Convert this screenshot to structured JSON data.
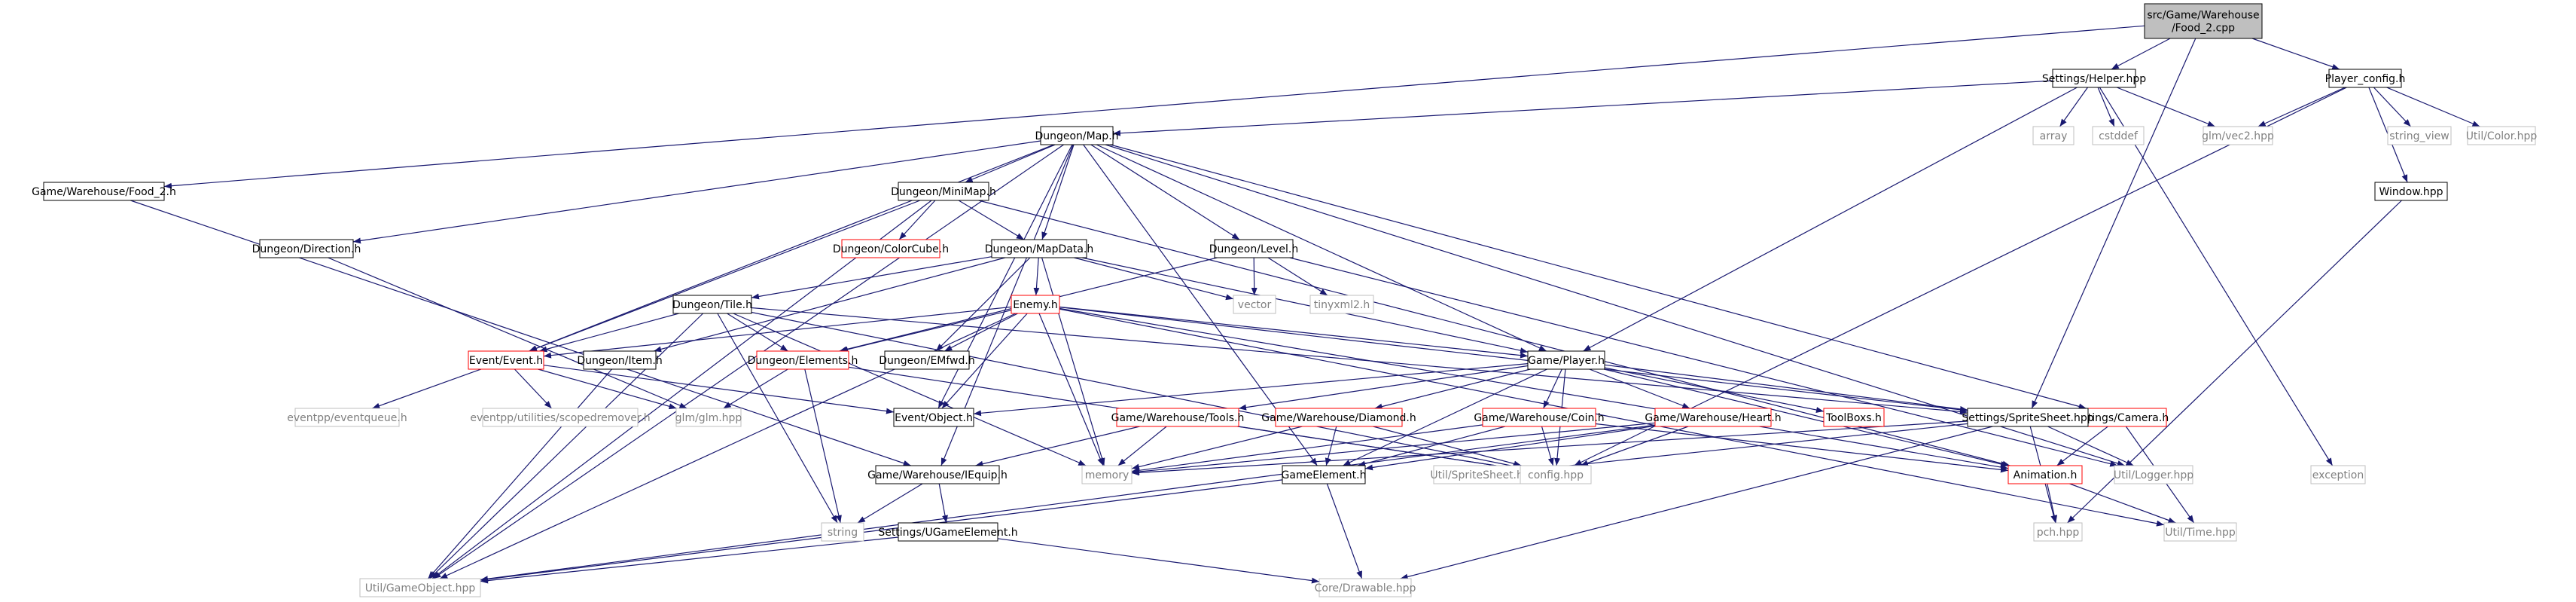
{
  "colors": {
    "edge": "#191970",
    "border_normal": "#000000",
    "border_external": "#bfbfbf",
    "border_incomplete": "#ff0000",
    "fill_root": "#bfbfbf",
    "fill_node": "#ffffff",
    "text_normal": "#000000",
    "text_external": "#808080"
  },
  "nodes": [
    {
      "id": "root",
      "label": "src/Game/Warehouse\n/Food_2.cpp",
      "kind": "root"
    },
    {
      "id": "helper",
      "label": "Settings/Helper.hpp",
      "kind": "normal"
    },
    {
      "id": "playerconfig",
      "label": "Player_config.h",
      "kind": "normal"
    },
    {
      "id": "map",
      "label": "Dungeon/Map.h",
      "kind": "normal"
    },
    {
      "id": "array",
      "label": "array",
      "kind": "external"
    },
    {
      "id": "cstddef",
      "label": "cstddef",
      "kind": "external"
    },
    {
      "id": "vec2",
      "label": "glm/vec2.hpp",
      "kind": "external"
    },
    {
      "id": "stringview",
      "label": "string_view",
      "kind": "external"
    },
    {
      "id": "color",
      "label": "Util/Color.hpp",
      "kind": "external"
    },
    {
      "id": "food2h",
      "label": "Game/Warehouse/Food_2.h",
      "kind": "normal"
    },
    {
      "id": "minimap",
      "label": "Dungeon/MiniMap.h",
      "kind": "normal"
    },
    {
      "id": "window",
      "label": "Window.hpp",
      "kind": "normal"
    },
    {
      "id": "direction",
      "label": "Dungeon/Direction.h",
      "kind": "normal"
    },
    {
      "id": "colorcube",
      "label": "Dungeon/ColorCube.h",
      "kind": "incomplete"
    },
    {
      "id": "mapdata",
      "label": "Dungeon/MapData.h",
      "kind": "normal"
    },
    {
      "id": "level",
      "label": "Dungeon/Level.h",
      "kind": "normal"
    },
    {
      "id": "tile",
      "label": "Dungeon/Tile.h",
      "kind": "normal"
    },
    {
      "id": "enemy",
      "label": "Enemy.h",
      "kind": "incomplete"
    },
    {
      "id": "vector",
      "label": "vector",
      "kind": "external"
    },
    {
      "id": "tinyxml",
      "label": "tinyxml2.h",
      "kind": "external"
    },
    {
      "id": "event",
      "label": "Event/Event.h",
      "kind": "incomplete"
    },
    {
      "id": "item",
      "label": "Dungeon/Item.h",
      "kind": "normal"
    },
    {
      "id": "elements",
      "label": "Dungeon/Elements.h",
      "kind": "incomplete"
    },
    {
      "id": "emfwd",
      "label": "Dungeon/EMfwd.h",
      "kind": "normal"
    },
    {
      "id": "player",
      "label": "Game/Player.h",
      "kind": "normal"
    },
    {
      "id": "camera",
      "label": "Settings/Camera.h",
      "kind": "incomplete"
    },
    {
      "id": "eventqueue",
      "label": "eventpp/eventqueue.h",
      "kind": "external"
    },
    {
      "id": "scopedremover",
      "label": "eventpp/utilities/scopedremover.h",
      "kind": "external"
    },
    {
      "id": "glm",
      "label": "glm/glm.hpp",
      "kind": "external"
    },
    {
      "id": "eventobject",
      "label": "Event/Object.h",
      "kind": "normal"
    },
    {
      "id": "tools",
      "label": "Game/Warehouse/Tools.h",
      "kind": "incomplete"
    },
    {
      "id": "diamond",
      "label": "Game/Warehouse/Diamond.h",
      "kind": "incomplete"
    },
    {
      "id": "coin",
      "label": "Game/Warehouse/Coin.h",
      "kind": "incomplete"
    },
    {
      "id": "heart",
      "label": "Game/Warehouse/Heart.h",
      "kind": "incomplete"
    },
    {
      "id": "toolboxs",
      "label": "ToolBoxs.h",
      "kind": "incomplete"
    },
    {
      "id": "spritesheethpp",
      "label": "Settings/SpriteSheet.hpp",
      "kind": "normal"
    },
    {
      "id": "memory",
      "label": "memory",
      "kind": "external"
    },
    {
      "id": "gameelement",
      "label": "GameElement.h",
      "kind": "normal"
    },
    {
      "id": "utilspritesheet",
      "label": "Util/SpriteSheet.hpp",
      "kind": "external"
    },
    {
      "id": "config",
      "label": "config.hpp",
      "kind": "external"
    },
    {
      "id": "animation",
      "label": "Animation.h",
      "kind": "incomplete"
    },
    {
      "id": "logger",
      "label": "Util/Logger.hpp",
      "kind": "external"
    },
    {
      "id": "exception",
      "label": "exception",
      "kind": "external"
    },
    {
      "id": "iequip",
      "label": "Game/Warehouse/IEquip.h",
      "kind": "normal"
    },
    {
      "id": "string",
      "label": "string",
      "kind": "external"
    },
    {
      "id": "ugameelement",
      "label": "Settings/UGameElement.h",
      "kind": "normal"
    },
    {
      "id": "pch",
      "label": "pch.hpp",
      "kind": "external"
    },
    {
      "id": "utiltime",
      "label": "Util/Time.hpp",
      "kind": "external"
    },
    {
      "id": "gameobject",
      "label": "Util/GameObject.hpp",
      "kind": "external"
    },
    {
      "id": "drawable",
      "label": "Core/Drawable.hpp",
      "kind": "external"
    }
  ],
  "edges": [
    [
      "root",
      "helper"
    ],
    [
      "root",
      "playerconfig"
    ],
    [
      "root",
      "food2h"
    ],
    [
      "root",
      "spritesheethpp"
    ],
    [
      "helper",
      "map"
    ],
    [
      "helper",
      "array"
    ],
    [
      "helper",
      "cstddef"
    ],
    [
      "helper",
      "vec2"
    ],
    [
      "helper",
      "player"
    ],
    [
      "helper",
      "exception"
    ],
    [
      "playerconfig",
      "vec2"
    ],
    [
      "playerconfig",
      "stringview"
    ],
    [
      "playerconfig",
      "color"
    ],
    [
      "playerconfig",
      "window"
    ],
    [
      "playerconfig",
      "config"
    ],
    [
      "map",
      "minimap"
    ],
    [
      "map",
      "direction"
    ],
    [
      "map",
      "mapdata"
    ],
    [
      "map",
      "level"
    ],
    [
      "map",
      "event"
    ],
    [
      "map",
      "player"
    ],
    [
      "map",
      "camera"
    ],
    [
      "map",
      "eventobject"
    ],
    [
      "map",
      "iequip"
    ],
    [
      "map",
      "gameelement"
    ],
    [
      "map",
      "logger"
    ],
    [
      "map",
      "gameobject"
    ],
    [
      "food2h",
      "iequip"
    ],
    [
      "minimap",
      "colorcube"
    ],
    [
      "minimap",
      "mapdata"
    ],
    [
      "minimap",
      "event"
    ],
    [
      "minimap",
      "animation"
    ],
    [
      "minimap",
      "gameobject"
    ],
    [
      "window",
      "pch"
    ],
    [
      "direction",
      "glm"
    ],
    [
      "mapdata",
      "tile"
    ],
    [
      "mapdata",
      "enemy"
    ],
    [
      "mapdata",
      "emfwd"
    ],
    [
      "mapdata",
      "vector"
    ],
    [
      "mapdata",
      "item"
    ],
    [
      "mapdata",
      "memory"
    ],
    [
      "mapdata",
      "player"
    ],
    [
      "level",
      "vector"
    ],
    [
      "level",
      "tinyxml"
    ],
    [
      "level",
      "elements"
    ],
    [
      "level",
      "logger"
    ],
    [
      "tile",
      "event"
    ],
    [
      "tile",
      "elements"
    ],
    [
      "tile",
      "spritesheethpp"
    ],
    [
      "tile",
      "string"
    ],
    [
      "tile",
      "memory"
    ],
    [
      "tile",
      "gameobject"
    ],
    [
      "tile",
      "config"
    ],
    [
      "enemy",
      "event"
    ],
    [
      "enemy",
      "elements"
    ],
    [
      "enemy",
      "emfwd"
    ],
    [
      "enemy",
      "player"
    ],
    [
      "enemy",
      "spritesheethpp"
    ],
    [
      "enemy",
      "animation"
    ],
    [
      "enemy",
      "utiltime"
    ],
    [
      "enemy",
      "eventobject"
    ],
    [
      "enemy",
      "memory"
    ],
    [
      "enemy",
      "gameobject"
    ],
    [
      "event",
      "eventqueue"
    ],
    [
      "event",
      "scopedremover"
    ],
    [
      "event",
      "glm"
    ],
    [
      "event",
      "eventobject"
    ],
    [
      "item",
      "gameobject"
    ],
    [
      "elements",
      "string"
    ],
    [
      "elements",
      "glm"
    ],
    [
      "elements",
      "config"
    ],
    [
      "player",
      "tools"
    ],
    [
      "player",
      "diamond"
    ],
    [
      "player",
      "coin"
    ],
    [
      "player",
      "heart"
    ],
    [
      "player",
      "toolboxs"
    ],
    [
      "player",
      "spritesheethpp"
    ],
    [
      "player",
      "animation"
    ],
    [
      "player",
      "gameelement"
    ],
    [
      "player",
      "eventobject"
    ],
    [
      "player",
      "config"
    ],
    [
      "camera",
      "animation"
    ],
    [
      "camera",
      "utiltime"
    ],
    [
      "tools",
      "iequip"
    ],
    [
      "tools",
      "memory"
    ],
    [
      "tools",
      "config"
    ],
    [
      "diamond",
      "gameelement"
    ],
    [
      "diamond",
      "memory"
    ],
    [
      "diamond",
      "config"
    ],
    [
      "coin",
      "gameelement"
    ],
    [
      "coin",
      "config"
    ],
    [
      "coin",
      "memory"
    ],
    [
      "coin",
      "animation"
    ],
    [
      "heart",
      "gameelement"
    ],
    [
      "heart",
      "config"
    ],
    [
      "heart",
      "memory"
    ],
    [
      "heart",
      "gameobject"
    ],
    [
      "spritesheethpp",
      "utilspritesheet"
    ],
    [
      "spritesheethpp",
      "pch"
    ],
    [
      "spritesheethpp",
      "logger"
    ],
    [
      "spritesheethpp",
      "memory"
    ],
    [
      "spritesheethpp",
      "drawable"
    ],
    [
      "gameelement",
      "drawable"
    ],
    [
      "gameelement",
      "gameobject"
    ],
    [
      "animation",
      "pch"
    ],
    [
      "animation",
      "utiltime"
    ],
    [
      "iequip",
      "string"
    ],
    [
      "iequip",
      "ugameelement"
    ],
    [
      "ugameelement",
      "drawable"
    ],
    [
      "ugameelement",
      "gameobject"
    ]
  ]
}
